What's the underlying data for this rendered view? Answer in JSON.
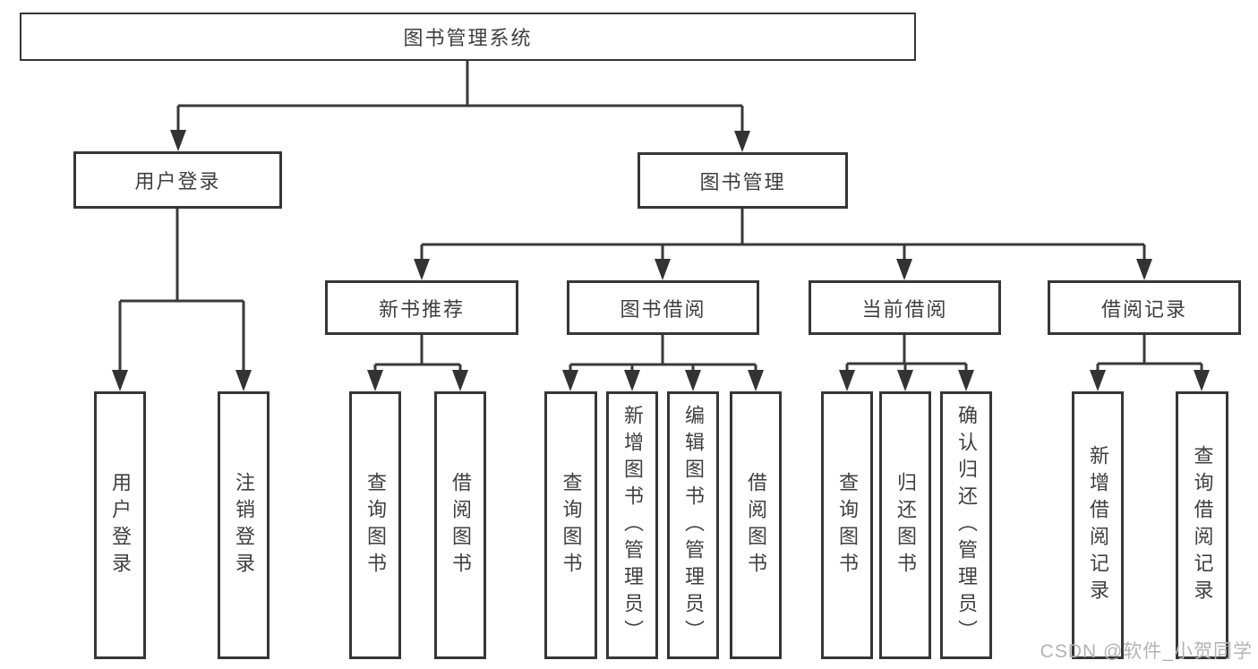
{
  "diagram": {
    "nodes": {
      "root": "图书管理系统",
      "user_login": "用户登录",
      "book_mgmt": "图书管理",
      "new_book": "新书推荐",
      "book_borrow": "图书借阅",
      "current_borrow": "当前借阅",
      "borrow_record": "借阅记录",
      "leaves": {
        "user_login": [
          "用户登录",
          "注销登录"
        ],
        "new_book": [
          "查询图书",
          "借阅图书"
        ],
        "book_borrow": [
          "查询图书",
          "新增图书（管理员）",
          "编辑图书（管理员）",
          "借阅图书"
        ],
        "current_borrow": [
          "查询图书",
          "归还图书",
          "确认归还（管理员）"
        ],
        "borrow_record": [
          "新增借阅记录",
          "查询借阅记录"
        ]
      }
    }
  },
  "watermark": {
    "text": "CSDN @软件_小贺同学"
  },
  "colors": {
    "line": "#3a3a3a",
    "box_border": "#363636",
    "text": "#3f3f3f",
    "background": "#ffffff",
    "watermark": "#b3b3b3"
  }
}
